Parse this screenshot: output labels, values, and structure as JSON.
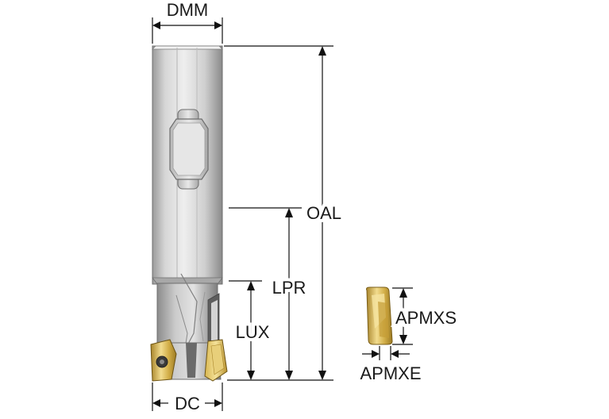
{
  "labels": {
    "dmm": "DMM",
    "oal": "OAL",
    "lpr": "LPR",
    "lux": "LUX",
    "dc": "DC",
    "apmxs": "APMXS",
    "apmxe": "APMXE"
  },
  "colors": {
    "shank_light": "#e4e4e4",
    "shank_mid": "#c2c2c2",
    "shank_dark": "#8e8e8e",
    "insert_gold": "#c9a43a",
    "insert_light": "#f0d98a",
    "dimension_line": "#111111"
  }
}
